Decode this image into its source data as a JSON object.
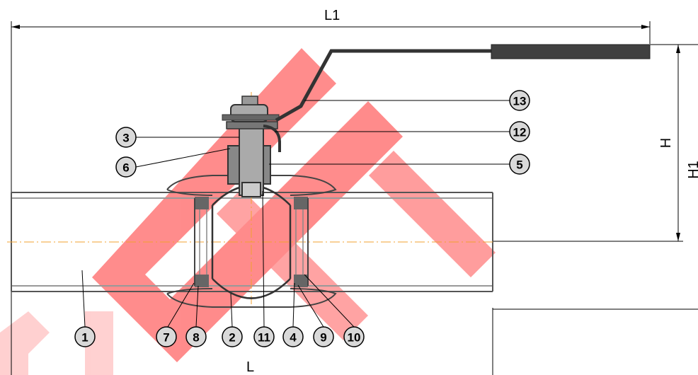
{
  "dimensions": {
    "L1": "L1",
    "L": "L",
    "H": "H",
    "H1": "H1"
  },
  "parts": [
    "1",
    "2",
    "3",
    "4",
    "5",
    "6",
    "7",
    "8",
    "9",
    "10",
    "11",
    "12",
    "13"
  ],
  "colors": {
    "watermark": "#ff0000",
    "centerline": "#f0a030",
    "balloon_fill": "#d9d9d9",
    "handle_grip": "#404040"
  }
}
